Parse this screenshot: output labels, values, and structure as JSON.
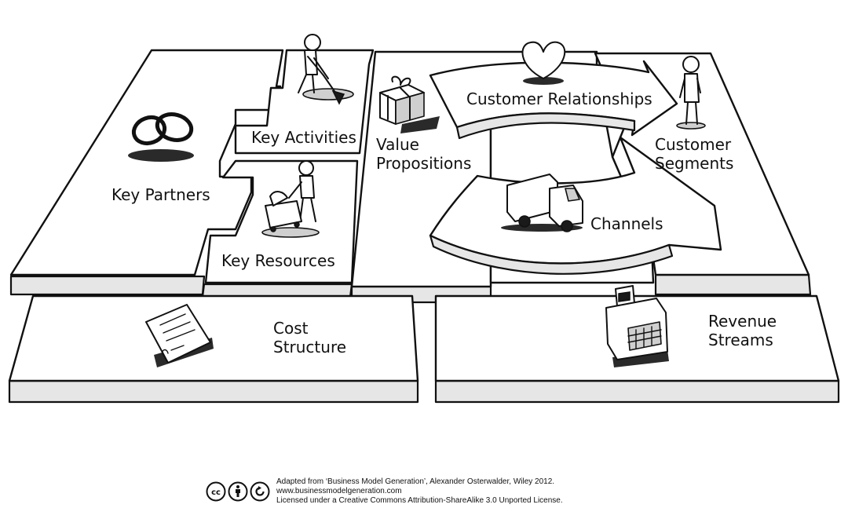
{
  "canvas": {
    "blocks": {
      "key_partners": "Key Partners",
      "key_activities": "Key Activities",
      "key_resources": "Key Resources",
      "value_propositions": [
        "Value",
        "Propositions"
      ],
      "customer_relationships": "Customer Relationships",
      "channels": "Channels",
      "customer_segments": [
        "Customer",
        "Segments"
      ],
      "cost_structure": [
        "Cost",
        "Structure"
      ],
      "revenue_streams": [
        "Revenue",
        "Streams"
      ]
    },
    "icons": {
      "key_partners": "linked-rings-icon",
      "key_activities": "person-digging-icon",
      "key_resources": "person-with-cart-icon",
      "value_propositions": "gift-box-icon",
      "customer_relationships": "heart-icon",
      "channels": "truck-icon",
      "customer_segments": "standing-person-icon",
      "cost_structure": "receipt-papers-icon",
      "revenue_streams": "cash-register-icon"
    }
  },
  "credit": {
    "line1": "Adapted from ‘Business Model Generation’, Alexander Osterwalder, Wiley 2012.",
    "line2": "www.businessmodelgeneration.com",
    "line3": "Licensed under a Creative Commons Attribution-ShareAlike 3.0 Unported License.",
    "icons": [
      "cc-icon",
      "attribution-icon",
      "share-alike-icon"
    ]
  }
}
